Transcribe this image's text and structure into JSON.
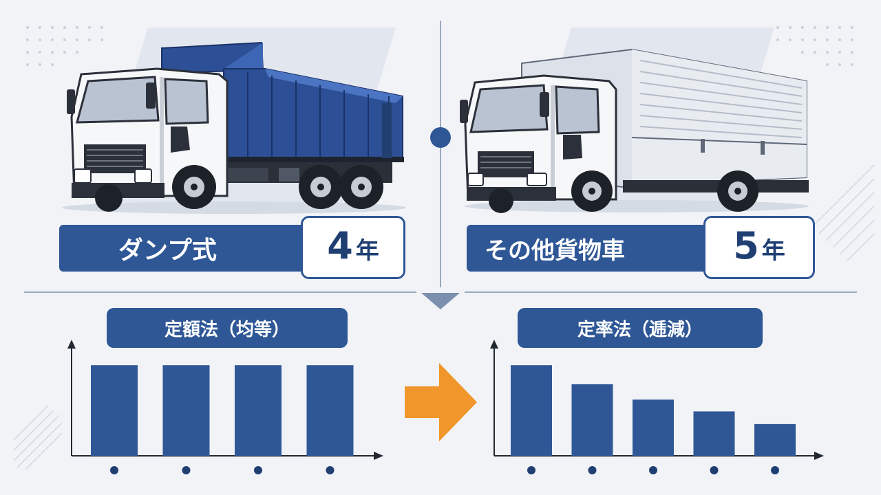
{
  "left": {
    "category": "ダンプ式",
    "years_number": "4",
    "years_unit": "年"
  },
  "right": {
    "category": "その他貨物車",
    "years_number": "5",
    "years_unit": "年"
  },
  "colors": {
    "navy": "#2f5796",
    "dark_navy": "#1f3f73",
    "orange": "#f0962a",
    "background": "#f1f3f7"
  },
  "chart_data": [
    {
      "type": "bar",
      "title": "定額法（均等）",
      "categories": [
        "",
        "",
        "",
        ""
      ],
      "values": [
        100,
        100,
        100,
        100
      ],
      "ylim": [
        0,
        110
      ],
      "grid": false
    },
    {
      "type": "bar",
      "title": "定率法（逓減）",
      "categories": [
        "",
        "",
        "",
        "",
        ""
      ],
      "values": [
        100,
        79,
        62,
        49,
        35
      ],
      "ylim": [
        0,
        110
      ],
      "grid": false
    }
  ]
}
